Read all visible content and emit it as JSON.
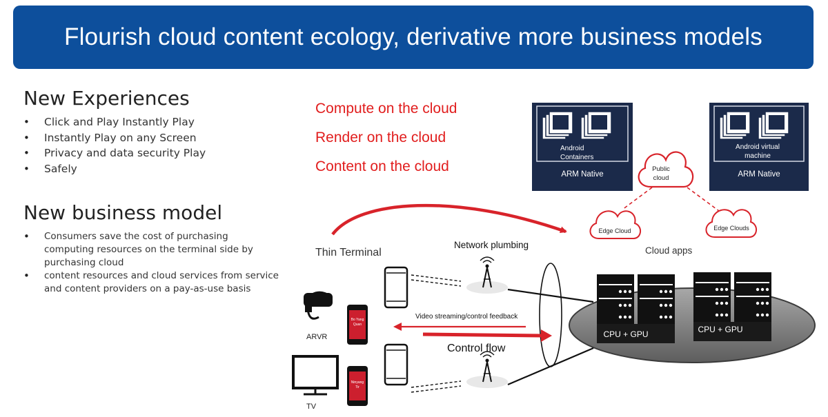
{
  "banner": {
    "title": "Flourish cloud content ecology, derivative more business models"
  },
  "new_experiences": {
    "heading": "New Experiences",
    "items": [
      "Click and Play Instantly Play",
      "Instantly Play on any Screen",
      "Privacy and data security Play",
      "Safely"
    ]
  },
  "new_business_model": {
    "heading": "New business model",
    "items": [
      "Consumers save the cost of purchasing computing resources on the terminal side by purchasing cloud",
      "content resources and cloud services from service and content providers on a pay-as-use basis"
    ]
  },
  "cloud_statements": [
    "Compute on the cloud",
    "Render on the cloud",
    "Content on the cloud"
  ],
  "diagram": {
    "left_box": {
      "line1": "Android",
      "line2": "Containers",
      "footer": "ARM Native"
    },
    "right_box": {
      "line1": "Android virtual",
      "line2": "machine",
      "footer": "ARM Native"
    },
    "public_cloud": {
      "line1": "Public",
      "line2": "cloud"
    },
    "edge_cloud_left": "Edge Cloud",
    "edge_cloud_right": "Edge Clouds",
    "cloud_apps": "Cloud apps",
    "thin_terminal": "Thin Terminal",
    "network_plumbing": "Network plumbing",
    "video_streaming": "Video streaming/control feedback",
    "control_flow": "Control flow",
    "arvr": "ARVR",
    "tv": "TV",
    "phone_screen_1": {
      "line1": "Bo Yang",
      "line2": "Quan"
    },
    "phone_screen_2": {
      "line1": "Ninyang",
      "line2": "Tir"
    },
    "server_left": "CPU + GPU",
    "server_right": "CPU + GPU"
  },
  "colors": {
    "banner": "#0d4f9c",
    "accent_red": "#e11d1d",
    "box_navy": "#1b2a4a",
    "server_black": "#111111",
    "platform_gray": "#8a8a8a"
  }
}
